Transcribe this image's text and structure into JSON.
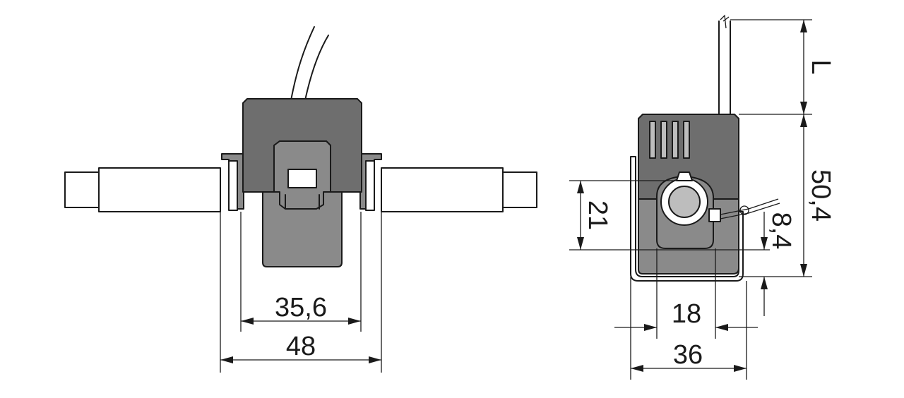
{
  "dimensions": {
    "front_inner_width": "35,6",
    "front_outer_width": "48",
    "side_aperture_height": "21",
    "side_core_width": "18",
    "side_total_width": "36",
    "side_total_height": "50,4",
    "side_bottom_offset": "8,4",
    "cable_length": "L"
  },
  "colors": {
    "line": "#1a1a1a",
    "body_dark": "#6e6e6e",
    "body_mid": "#8a8a8a",
    "body_light": "#bdbdbd"
  }
}
